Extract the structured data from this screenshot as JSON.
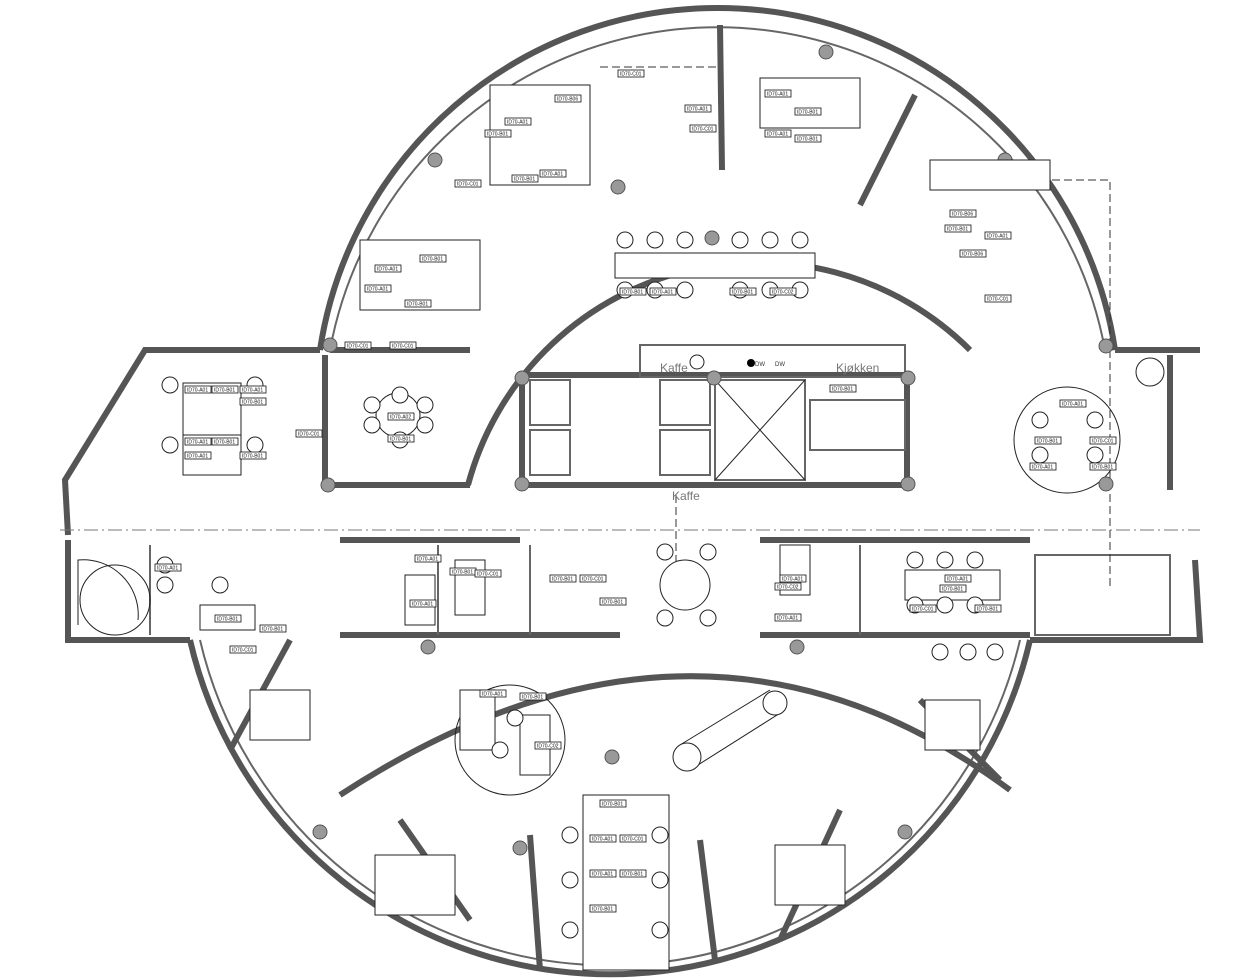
{
  "floor_plan": {
    "room_labels": {
      "coffee": "Kaffe",
      "kitchen": "Kjøkken",
      "dishwasher_1": "DW",
      "dishwasher_2": "DW",
      "coffee_2": "Kaffe"
    },
    "desk_tags": [
      "ID70-A01",
      "ID70-B01",
      "ID70-A01",
      "ID70-B01",
      "ID70-A01",
      "ID70-B01",
      "ID70-A01",
      "ID70-B01",
      "ID70-C01",
      "ID70-A01",
      "ID70-B01",
      "ID70-A01",
      "ID70-B01",
      "ID70-C01",
      "ID70-A01",
      "ID70-B01",
      "ID70-A01",
      "ID70-B01",
      "ID70-C01",
      "ID70-C01",
      "ID70-A01",
      "ID70-B01",
      "ID70-A01",
      "ID70-B01",
      "ID70-C01",
      "ID70-A02",
      "ID70-B01",
      "ID70-B01",
      "ID70-A01",
      "ID70-B01",
      "ID70-C02",
      "ID70-B06",
      "ID70-A01",
      "ID70-C01",
      "ID70-B06",
      "ID70-A01",
      "ID70-B01",
      "ID70-B06",
      "ID70-C01",
      "ID70-A01",
      "ID70-B01",
      "ID70-C01",
      "ID70-A01",
      "ID70-B01",
      "ID70-B01",
      "ID70-A01",
      "ID70-B01",
      "ID70-C01",
      "ID70-B01",
      "ID70-A01",
      "ID70-C02",
      "ID70-A01",
      "ID70-A01",
      "ID70-B01",
      "ID70-B01",
      "ID70-C01",
      "ID70-A01",
      "ID70-B01",
      "ID70-C01",
      "ID70-A01",
      "ID70-B01",
      "ID70-C01",
      "ID70-B01",
      "ID70-A01",
      "ID70-B01",
      "ID70-C02",
      "ID70-B01",
      "ID70-A01",
      "ID70-C01",
      "ID70-A01",
      "ID70-B01",
      "ID70-B01"
    ],
    "colors": {
      "wall": "#555555",
      "column": "#999999",
      "line": "#222222",
      "label": "#777777"
    }
  }
}
